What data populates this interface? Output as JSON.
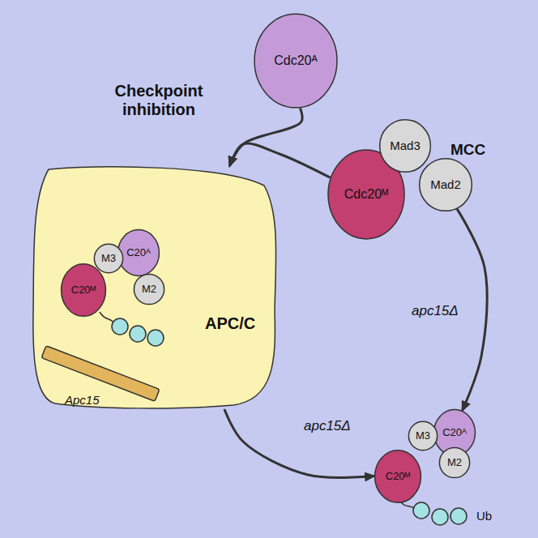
{
  "diagram": {
    "nodes": [
      {
        "text": [
          "Cdc20ᴬ"
        ]
      },
      {
        "text": [
          "Cdc20ᴹ"
        ]
      },
      {
        "text": [
          "Mad3"
        ]
      },
      {
        "text": [
          "Mad2"
        ]
      },
      {
        "text": [
          "APC/C"
        ]
      },
      {
        "text": [
          "C20ᴹ"
        ],
        "in": 4
      },
      {
        "text": [
          "M3"
        ],
        "in": 4
      },
      {
        "text": [
          "C20ᴬ"
        ],
        "in": 4
      },
      {
        "text": [
          "M2"
        ],
        "in": 4
      },
      {
        "text": [
          "Apc15"
        ],
        "in": 4
      },
      {
        "text": [
          "C20ᴹ"
        ]
      },
      {
        "text": [
          "M3"
        ]
      },
      {
        "text": [
          "C20ᴬ"
        ]
      },
      {
        "text": [
          "M2"
        ]
      }
    ],
    "edges": [
      {
        "from": 0,
        "to": 4,
        "arrow": "to",
        "label": "Checkpoint inhibition"
      },
      {
        "from": 1,
        "to": 4,
        "arrow": "to"
      },
      {
        "from": 3,
        "to": 12,
        "arrow": "to",
        "label": "apc15Δ"
      },
      {
        "from": 4,
        "to": 10,
        "arrow": "to",
        "label": "apc15Δ"
      }
    ],
    "labels": [
      "MCC",
      "Ub"
    ]
  }
}
